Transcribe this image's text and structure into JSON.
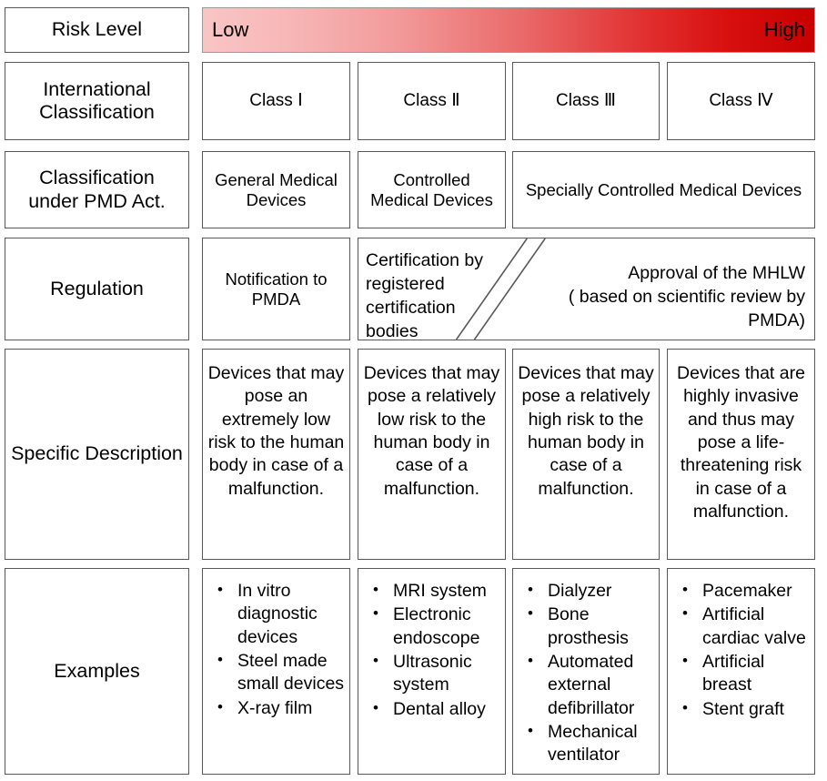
{
  "rows": {
    "risk_level": {
      "label": "Risk Level",
      "scale_low": "Low",
      "scale_high": "High",
      "gradient_from": "#f9c5c5",
      "gradient_to": "#c90000"
    },
    "international_classification": {
      "label": "International Classification",
      "label_line1": "International",
      "label_line2": "Classification",
      "classes": [
        "Class Ⅰ",
        "Class Ⅱ",
        "Class Ⅲ",
        "Class Ⅳ"
      ]
    },
    "pmd_classification": {
      "label": "Classification under PMD Act.",
      "label_line1": "Classification",
      "label_line2": "under PMD Act.",
      "class1": "General Medical Devices",
      "class2": "Controlled Medical Devices",
      "class34": "Specially Controlled Medical Devices"
    },
    "regulation": {
      "label": "Regulation",
      "class1": "Notification to PMDA",
      "class2": "Certification by registered certification bodies",
      "class34": "Approval of the MHLW\n( based on scientific review by PMDA)"
    },
    "specific_description": {
      "label": "Specific Description",
      "class1": "Devices that may pose an extremely low risk to the human body in case of a malfunction.",
      "class2": "Devices that may pose a relatively low risk to the human body in case of a malfunction.",
      "class3": "Devices that may pose a relatively high risk to the human body in case of a malfunction.",
      "class4": "Devices that are highly invasive and thus may pose a life-threatening risk in case of a malfunction."
    },
    "examples": {
      "label": "Examples",
      "class1": [
        "In vitro diagnostic devices",
        "Steel made small devices",
        "X-ray film"
      ],
      "class2": [
        "MRI system",
        "Electronic endoscope",
        "Ultrasonic system",
        "Dental alloy"
      ],
      "class3": [
        "Dialyzer",
        "Bone prosthesis",
        "Automated external defibrillator",
        "Mechanical ventilator"
      ],
      "class4": [
        "Pacemaker",
        "Artificial cardiac valve",
        "Artificial breast",
        "Stent graft"
      ]
    }
  }
}
